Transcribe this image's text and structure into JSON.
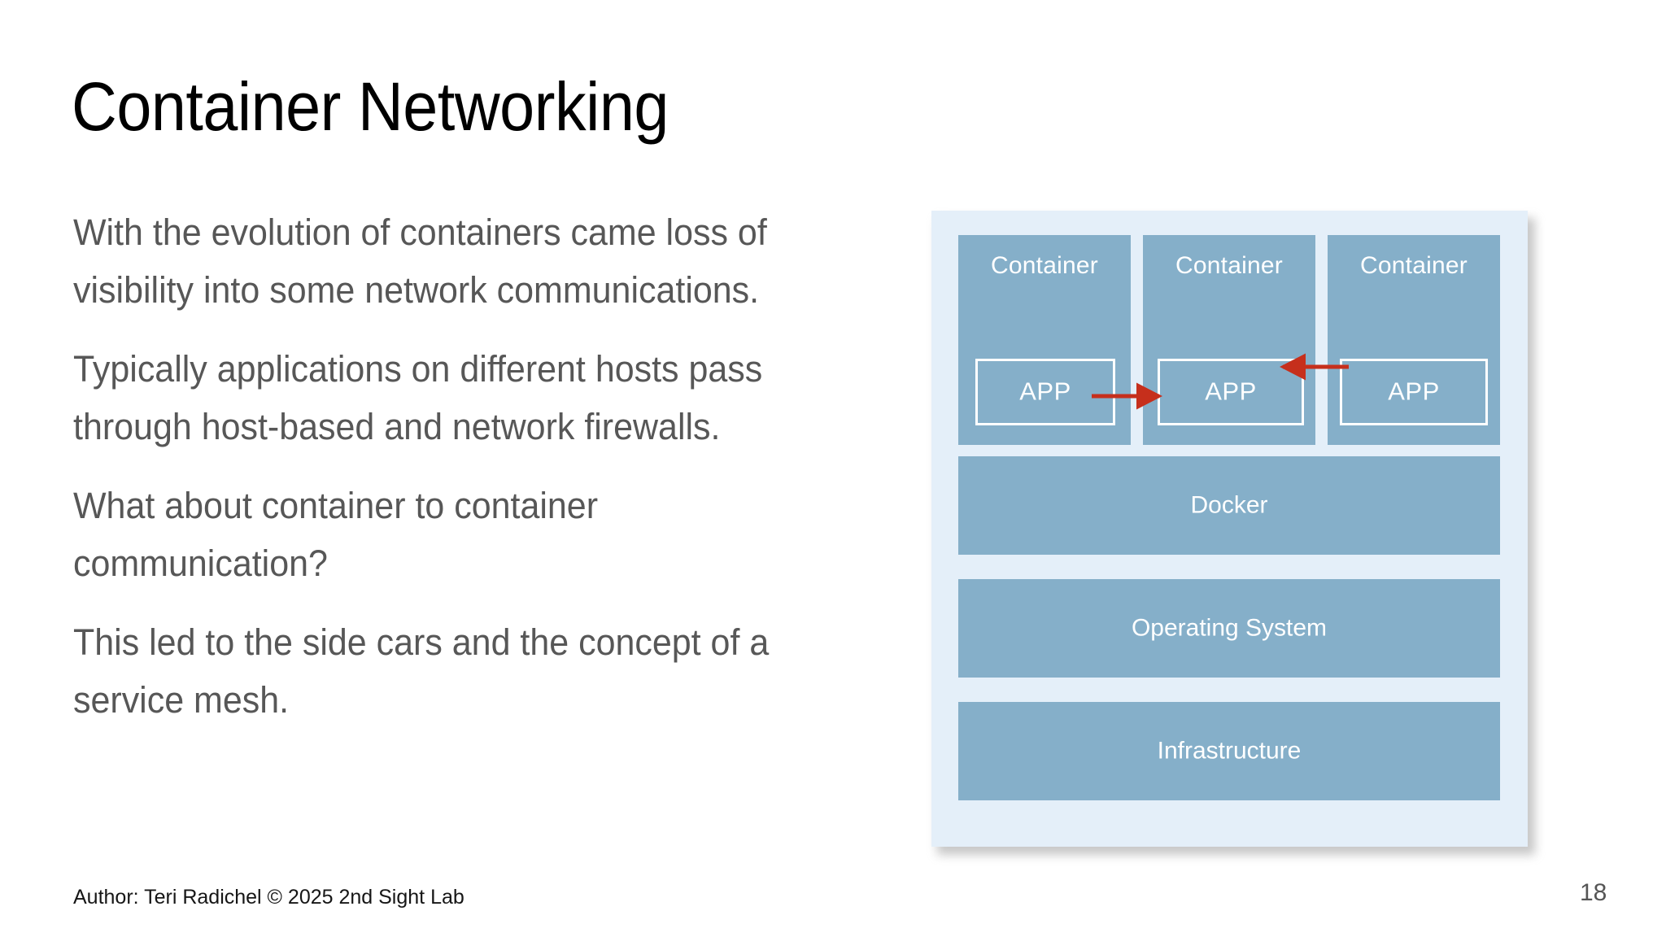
{
  "slide": {
    "title": "Container Networking",
    "page_number": "18",
    "footer": "Author: Teri Radichel © 2025 2nd Sight Lab"
  },
  "body": {
    "paragraphs": [
      "With the evolution of containers came loss of visibility into some network communications.",
      "Typically applications on different hosts pass through host-based and network firewalls.",
      "What about container to container communication?",
      "This led to the side cars and the concept of a service mesh."
    ]
  },
  "diagram": {
    "containers": [
      {
        "label": "Container",
        "app_label": "APP"
      },
      {
        "label": "Container",
        "app_label": "APP"
      },
      {
        "label": "Container",
        "app_label": "APP"
      }
    ],
    "layers": [
      {
        "label": "Docker"
      },
      {
        "label": "Operating System"
      },
      {
        "label": "Infrastructure"
      }
    ],
    "arrows": [
      {
        "name": "arrow-app1-to-app2",
        "direction": "right"
      },
      {
        "name": "arrow-app3-to-app2",
        "direction": "left"
      }
    ],
    "colors": {
      "panel_background": "#e4eff9",
      "box_fill": "#85afc9",
      "box_border": "#ffffff",
      "arrow": "#c62f1c",
      "label_text": "#ffffff"
    }
  },
  "theme": {
    "slide_background": "#ffffff",
    "title_color": "#000000",
    "body_text_color": "#575757",
    "footer_color": "#161616",
    "page_number_color": "#555555"
  }
}
